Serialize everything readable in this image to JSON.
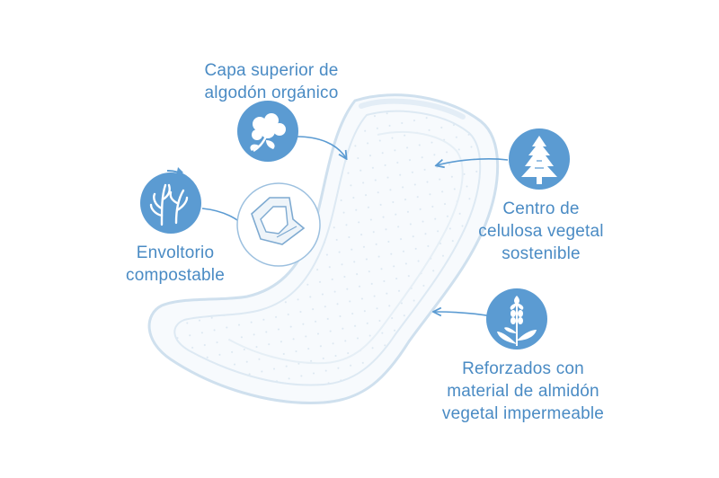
{
  "labels": {
    "top": {
      "line1": "Capa superior de",
      "line2": "algodón orgánico"
    },
    "left": {
      "line1": "Envoltorio",
      "line2": "compostable"
    },
    "right_top": {
      "line1": "Centro de",
      "line2": "celulosa vegetal",
      "line3": "sostenible"
    },
    "right_bottom": {
      "line1": "Reforzados con",
      "line2": "material de almidón",
      "line3": "vegetal impermeable"
    }
  },
  "icons": {
    "top": "cotton-boll-icon",
    "left": "compost-leaves-icon",
    "right_top": "pine-tree-icon",
    "right_bottom": "starch-plant-icon",
    "wrapper": "folded-wrapper-icon"
  },
  "colors": {
    "accent": "#4a8bc4",
    "icon_fill": "#5b9bd2",
    "pad_outline": "#cfe0ee"
  }
}
